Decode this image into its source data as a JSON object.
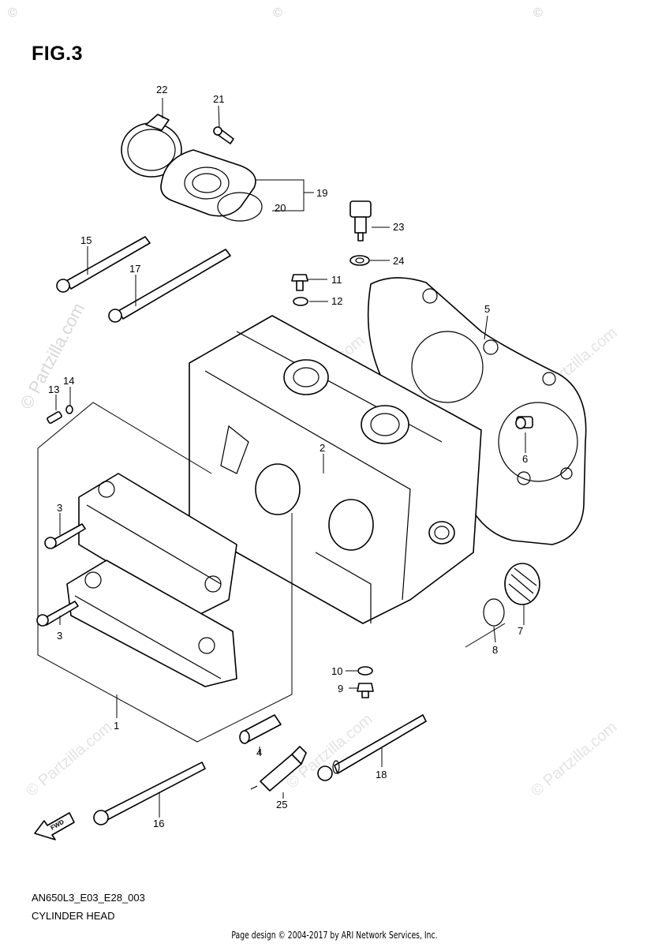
{
  "figure": {
    "title": "FIG.3"
  },
  "watermark": {
    "text": "© Partzilla.com",
    "copyright_symbol": "©"
  },
  "callouts": [
    "1",
    "2",
    "3",
    "3",
    "4",
    "5",
    "6",
    "7",
    "8",
    "9",
    "10",
    "11",
    "12",
    "13",
    "14",
    "15",
    "16",
    "17",
    "18",
    "19",
    "20",
    "21",
    "22",
    "23",
    "24",
    "25"
  ],
  "footer_info": {
    "diagram_code": "AN650L3_E03_E28_003",
    "subtitle": "CYLINDER HEAD",
    "page_design": "Page design © 2004-2017 by ARI Network Services, Inc."
  },
  "fwd_label": "FWD",
  "colors": {
    "line": "#000000",
    "watermark": "#d8d8d8",
    "background": "#ffffff"
  }
}
